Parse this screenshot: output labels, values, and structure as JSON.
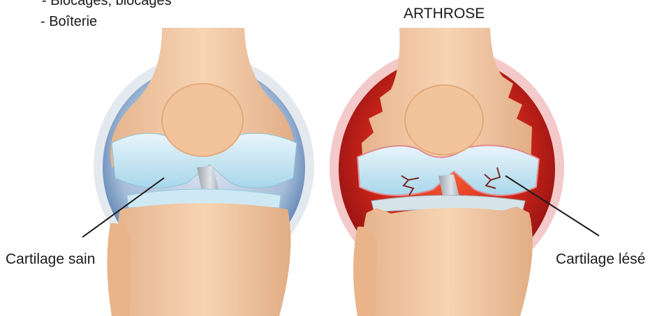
{
  "top_text": {
    "partial_line": "- Blocages, blocages",
    "symptom": "- Boîterie"
  },
  "healthy_knee": {
    "label": "Cartilage sain"
  },
  "diseased_knee": {
    "title": "ARTHROSE",
    "label": "Cartilage lésé"
  }
}
